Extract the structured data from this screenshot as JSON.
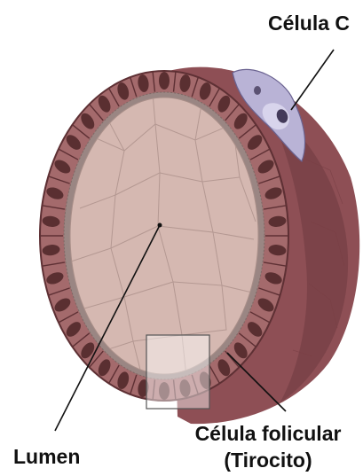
{
  "labels": {
    "c_cell": "Célula C",
    "lumen": "Lumen",
    "follicular_line1": "Célula folicular",
    "follicular_line2": "(Tirocito)"
  },
  "colors": {
    "outer_shell": "#8e4f55",
    "outer_shell_dark": "#6e3a40",
    "cell_layer": "#a46a6c",
    "cell_border": "#5e3034",
    "nucleus": "#5a2f31",
    "colloid_rim": "#9a8683",
    "lumen_fill": "#d5b8b1",
    "lumen_lines": "#b49892",
    "c_cell_fill": "#b9b3d6",
    "c_cell_nucleus": "#433a5a",
    "leader": "#111111"
  }
}
